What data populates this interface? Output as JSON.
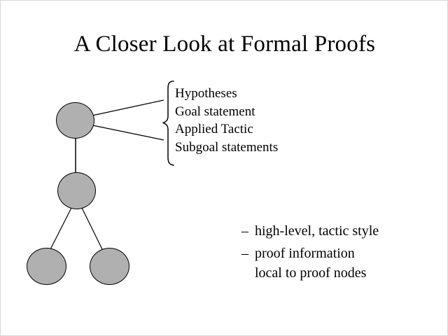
{
  "slide": {
    "title": "A Closer Look at Formal Proofs",
    "background_color": "#ffffff",
    "text_color": "#000000"
  },
  "proof_tree": {
    "node_fill_color": "#b0b0b0",
    "node_stroke_color": "#000000",
    "nodes": [
      {
        "id": "root",
        "label": ""
      },
      {
        "id": "mid",
        "label": ""
      },
      {
        "id": "leaf-l",
        "label": ""
      },
      {
        "id": "leaf-r",
        "label": ""
      }
    ]
  },
  "annotation": {
    "brace": "{",
    "lines": [
      "Hypotheses",
      "Goal statement",
      "Applied Tactic",
      "Subgoal statements"
    ]
  },
  "notes": {
    "dash": "–",
    "items": [
      "high-level, tactic style",
      "proof information\nlocal to proof nodes"
    ]
  }
}
